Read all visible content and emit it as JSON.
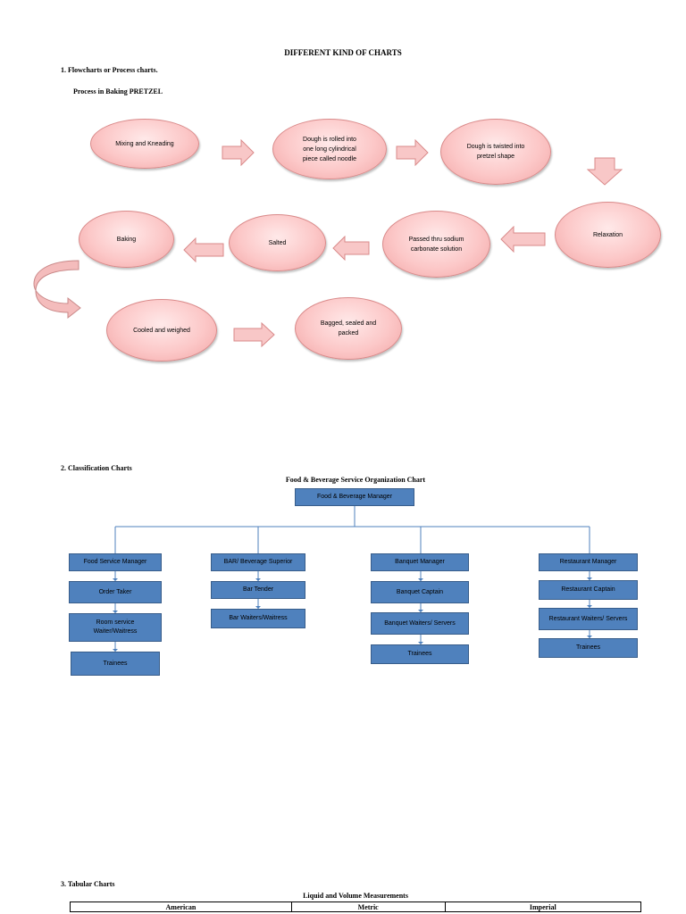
{
  "document": {
    "title": "DIFFERENT KIND OF CHARTS"
  },
  "section1": {
    "heading": "1.   Flowcharts or Process charts.",
    "subheading": "Process in Baking PRETZEL",
    "steps": [
      "Mixing and Kneading",
      "Dough is rolled into\none long cylindrical\npiece called noodle",
      "Dough is twisted into\npretzel shape",
      "Relaxation",
      "Passed thru sodium\ncarbonate solution",
      "Salted",
      "Baking",
      "Cooled and weighed",
      "Bagged, sealed and\npacked"
    ],
    "colors": {
      "node_fill": "#fcc8c8",
      "arrow_fill": "#f8c7c7",
      "arrow_stroke": "#d98a8a"
    }
  },
  "section2": {
    "heading": "2.   Classification Charts",
    "chart_title": "Food & Beverage Service Organization Chart",
    "root": "Food & Beverage Manager",
    "columns": [
      {
        "head": "Food Service Manager",
        "items": [
          "Order Taker",
          "Room service\nWaiter/Waitress",
          "Trainees"
        ]
      },
      {
        "head": "BAR/ Beverage Superior",
        "items": [
          "Bar Tender",
          "Bar Waiters/Waitress"
        ]
      },
      {
        "head": "Banquet Manager",
        "items": [
          "Banquet Captain",
          "Banquet Waiters/ Servers",
          "Trainees"
        ]
      },
      {
        "head": "Restaurant Manager",
        "items": [
          "Restaurant Captain",
          "Restaurant Waiters/ Servers",
          "Trainees"
        ]
      }
    ],
    "colors": {
      "box_fill": "#4f81bd",
      "line": "#4f81bd"
    }
  },
  "section3": {
    "heading": "3.   Tabular Charts",
    "table_title": "Liquid and Volume Measurements",
    "columns": [
      "American",
      "Metric",
      "Imperial"
    ]
  }
}
